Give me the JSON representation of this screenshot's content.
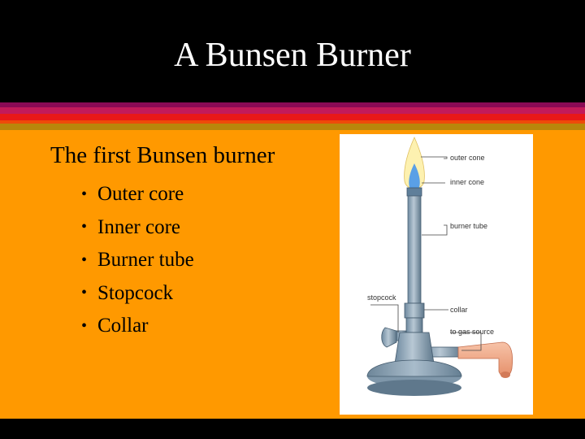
{
  "slide": {
    "title": "A Bunsen Burner",
    "subtitle": "The first Bunsen burner",
    "bullets": [
      "Outer core",
      "Inner core",
      "Burner tube",
      "Stopcock",
      "Collar"
    ],
    "bullet_glyph": "•"
  },
  "diagram": {
    "labels": {
      "outer_cone": "outer cone",
      "inner_cone": "inner cone",
      "burner_tube": "burner tube",
      "stopcock": "stopcock",
      "collar": "collar",
      "gas_source": "to gas source"
    }
  },
  "colors": {
    "background_top": "#000000",
    "content_background": "#ff9900",
    "stripe_purple": "#8a0a55",
    "stripe_magenta": "#c21a5a",
    "stripe_red": "#e81818",
    "stripe_orange_red": "#ee4a0a",
    "stripe_brown": "#b8860b",
    "title_text": "#ffffff"
  }
}
